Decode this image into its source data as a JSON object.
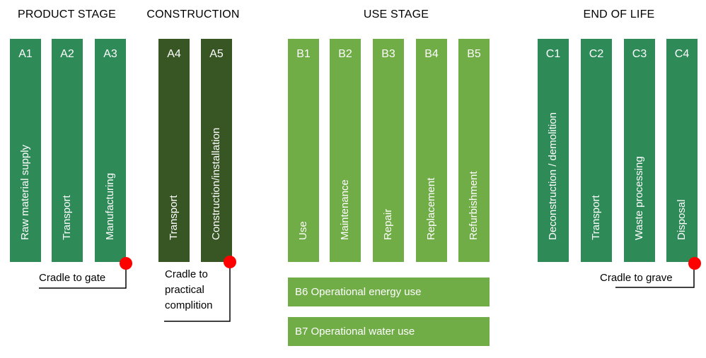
{
  "stages": {
    "product": "PRODUCT STAGE",
    "construction": "CONSTRUCTION",
    "use": "USE STAGE",
    "end": "END OF LIFE"
  },
  "modules": [
    {
      "code": "A1",
      "label": "Raw material supply",
      "color": "#2e8b57"
    },
    {
      "code": "A2",
      "label": "Transport",
      "color": "#2e8b57"
    },
    {
      "code": "A3",
      "label": "Manufacturing",
      "color": "#2e8b57"
    },
    {
      "code": "A4",
      "label": "Transport",
      "color": "#375623"
    },
    {
      "code": "A5",
      "label": "Construction/installation",
      "color": "#375623"
    },
    {
      "code": "B1",
      "label": "Use",
      "color": "#70ad47"
    },
    {
      "code": "B2",
      "label": "Maintenance",
      "color": "#70ad47"
    },
    {
      "code": "B3",
      "label": "Repair",
      "color": "#70ad47"
    },
    {
      "code": "B4",
      "label": "Replacement",
      "color": "#70ad47"
    },
    {
      "code": "B5",
      "label": "Refurbishment",
      "color": "#70ad47"
    },
    {
      "code": "C1",
      "label": "Deconstruction / demolition",
      "color": "#2e8b57"
    },
    {
      "code": "C2",
      "label": "Transport",
      "color": "#2e8b57"
    },
    {
      "code": "C3",
      "label": "Waste processing",
      "color": "#2e8b57"
    },
    {
      "code": "C4",
      "label": "Disposal",
      "color": "#2e8b57"
    }
  ],
  "bars": {
    "b6": "B6 Operational energy use",
    "b7": "B7 Operational water use"
  },
  "scopes": {
    "gate": "Cradle to gate",
    "practical_1": "Cradle to",
    "practical_2": "practical",
    "practical_3": "complition",
    "grave": "Cradle to grave"
  },
  "colors": {
    "product_green": "#2e8b57",
    "construction_green": "#375623",
    "use_green": "#70ad47",
    "marker_red": "#ff0000"
  }
}
